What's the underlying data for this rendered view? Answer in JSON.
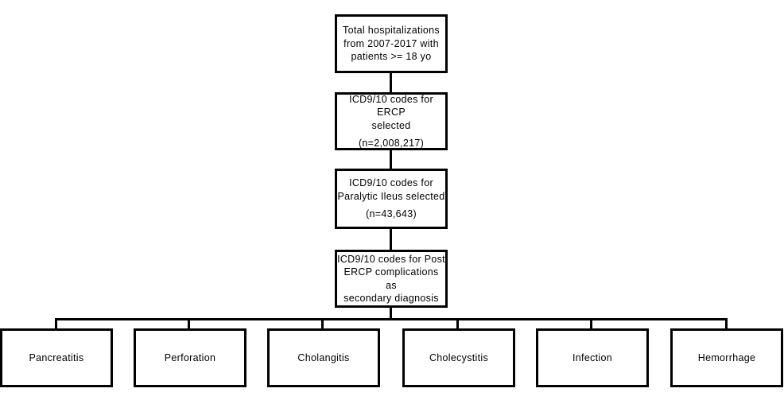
{
  "flow": {
    "step1": {
      "line1": "Total hospitalizations",
      "line2": "from 2007-2017 with",
      "line3": "patients >= 18 yo"
    },
    "step2": {
      "line1": "ICD9/10 codes for ERCP",
      "line2": "selected",
      "count": "(n=2,008,217)"
    },
    "step3": {
      "line1": "ICD9/10 codes for",
      "line2": "Paralytic Ileus selected",
      "count": "(n=43,643)"
    },
    "step4": {
      "line1": "ICD9/10 codes for Post",
      "line2": "ERCP complications as",
      "line3": "secondary diagnosis"
    }
  },
  "outcomes": [
    {
      "label": "Pancreatitis"
    },
    {
      "label": "Perforation"
    },
    {
      "label": "Cholangitis"
    },
    {
      "label": "Cholecystitis"
    },
    {
      "label": "Infection"
    },
    {
      "label": "Hemorrhage"
    }
  ]
}
